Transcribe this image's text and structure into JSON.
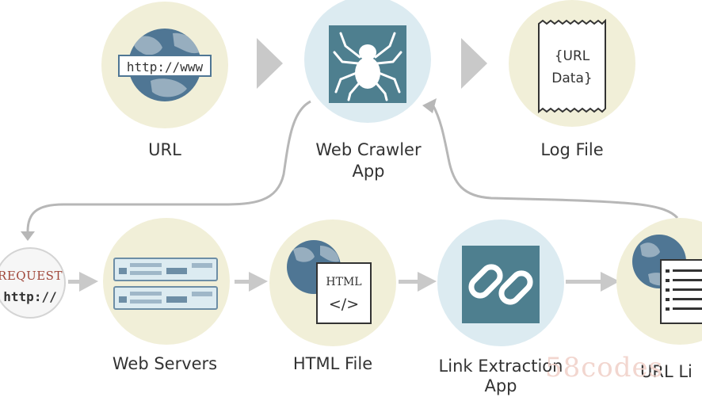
{
  "colors": {
    "cream_circle": "#f1efd8",
    "blue_circle": "#dcebf1",
    "teal_box": "#4e7f8f",
    "globe_blue": "#4f7694",
    "globe_land": "#97aebf",
    "arrow_gray": "#c9c9c9",
    "line_gray": "#b7b7b7",
    "text": "#333333",
    "request_red": "#a0473a",
    "watermark": "#f2d6cf"
  },
  "nodes": {
    "url": {
      "label": "URL",
      "badge_text": "http://www"
    },
    "crawler": {
      "label_line1": "Web Crawler",
      "label_line2": "App",
      "icon": "spider-icon"
    },
    "log": {
      "label": "Log File",
      "doc_line1": "{URL",
      "doc_line2": "Data}"
    },
    "request": {
      "line1": "REQUEST",
      "line2": "http://"
    },
    "servers": {
      "label": "Web Servers",
      "icon": "server-rack-icon"
    },
    "html": {
      "label": "HTML File",
      "doc_title": "HTML",
      "doc_code": "</>"
    },
    "link": {
      "label_line1": "Link Extraction",
      "label_line2": "App",
      "icon": "chain-link-icon"
    },
    "urllist": {
      "label": "URL Li",
      "icon": "list-document-icon"
    }
  },
  "watermark": "58codes"
}
